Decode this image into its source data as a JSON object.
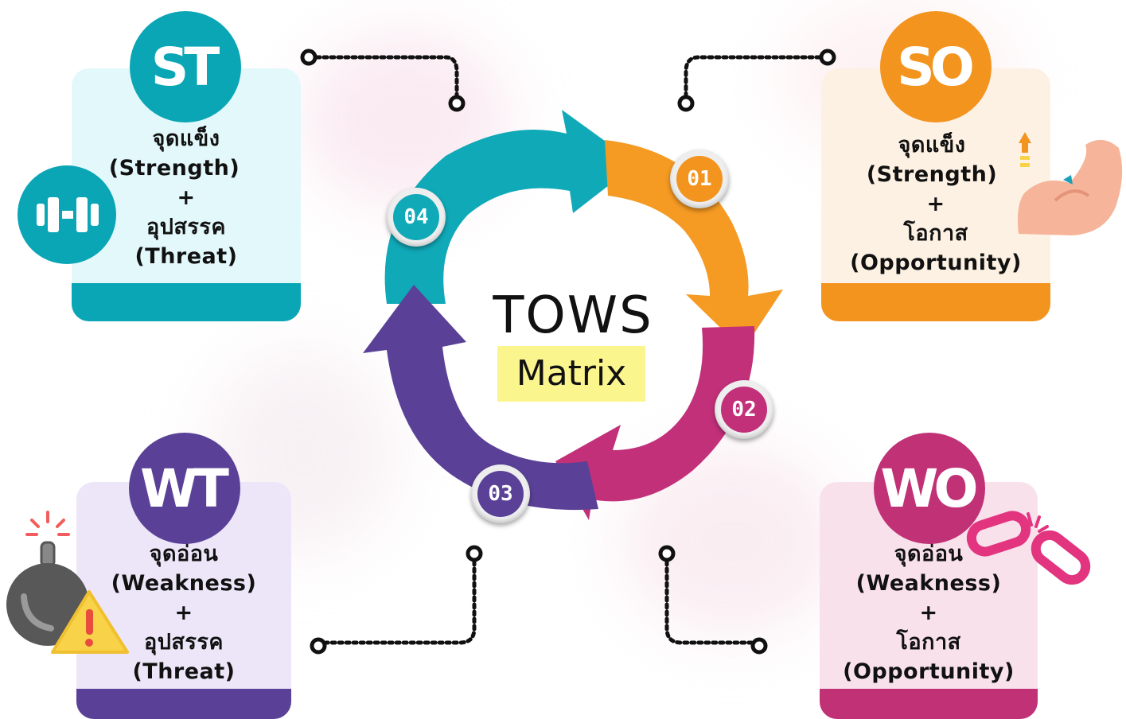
{
  "center": {
    "title": "TOWS",
    "subtitle": "Matrix"
  },
  "steps": [
    "01",
    "02",
    "03",
    "04"
  ],
  "cards": {
    "st": {
      "code": "ST",
      "lines": [
        "จุดแข็ง",
        "(Strength)",
        "+",
        "อุปสรรค",
        "(Threat)"
      ],
      "color": "#0aa6b6",
      "bg": "#e3f8fb"
    },
    "so": {
      "code": "SO",
      "lines": [
        "จุดแข็ง",
        "(Strength)",
        "+",
        "โอกาส",
        "(Opportunity)"
      ],
      "color": "#f3941f",
      "bg": "#fdf1e3"
    },
    "wt": {
      "code": "WT",
      "lines": [
        "จุดอ่อน",
        "(Weakness)",
        "+",
        "อุปสรรค",
        "(Threat)"
      ],
      "color": "#5b3f99",
      "bg": "#ece6f8"
    },
    "wo": {
      "code": "WO",
      "lines": [
        "จุดอ่อน",
        "(Weakness)",
        "+",
        "โอกาส",
        "(Opportunity)"
      ],
      "color": "#c13176",
      "bg": "#f9e1ec"
    }
  },
  "icons": {
    "st": "dumbbell-icon",
    "so": "flexed-arm-icon",
    "wt": "bomb-warning-icon",
    "wo": "broken-chain-icon"
  }
}
